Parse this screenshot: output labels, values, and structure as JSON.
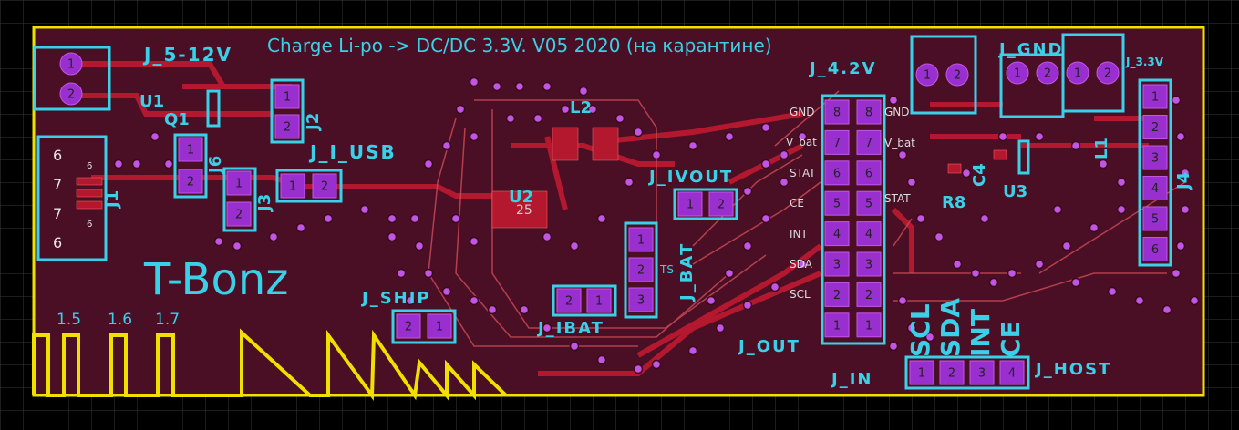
{
  "title": "Charge Li-po -> DC/DC 3.3V. V05 2020 (на карантине)",
  "logo_text": "T-Bonz",
  "colors": {
    "background": "#000000",
    "grid": "#3a3a3a",
    "board": "#4a0f24",
    "edge": "#f0e000",
    "silkscreen": "#39d0e8",
    "pad": "#9a2fd0",
    "trace": "#b3182f",
    "via": "#c255e6"
  },
  "connectors": {
    "j_5_12v": "J_5-12V",
    "j_i_usb": "J_I_USB",
    "j_4_2v": "J_4.2V",
    "j_gnd": "J_GND",
    "j_3_3v": "J_3.3V",
    "j_ivout": "J_IVOUT",
    "j_bat": "J_BAT",
    "j_ship": "J_SHIP",
    "j_ibat": "J_IBAT",
    "j_out": "J_OUT",
    "j_in": "J_IN",
    "j_host": "J_HOST"
  },
  "refdes": {
    "u1": "U1",
    "q1": "Q1",
    "j1": "J1",
    "j2": "J2",
    "j3": "J3",
    "j6": "J6",
    "l2": "L2",
    "u2": "U2",
    "r8": "R8",
    "c4": "C4",
    "u3": "U3",
    "l1": "L1",
    "j4": "J4"
  },
  "j_in_labels_left": [
    "GND",
    "V_bat",
    "STAT",
    "CE",
    "INT",
    "SDA",
    "SCL"
  ],
  "j_in_labels_right": [
    "GND",
    "V_bat",
    "STAT"
  ],
  "j_in_pins": [
    "8",
    "7",
    "6",
    "5",
    "4",
    "3",
    "2",
    "1"
  ],
  "j_host_vertical": [
    "SCL",
    "SDA",
    "INT",
    "CE"
  ],
  "j1_pins_outer": [
    "6",
    "7",
    "7",
    "6"
  ],
  "j1_pins_inner": [
    "6",
    "6"
  ],
  "ts_label": "TS",
  "u2_pin": "25",
  "antenna_labels": [
    "1.5",
    "1.6",
    "1.7"
  ],
  "j4_pins": [
    "1",
    "2",
    "3",
    "4",
    "5",
    "6"
  ],
  "j_bat_pins": [
    "1",
    "2",
    "3"
  ]
}
